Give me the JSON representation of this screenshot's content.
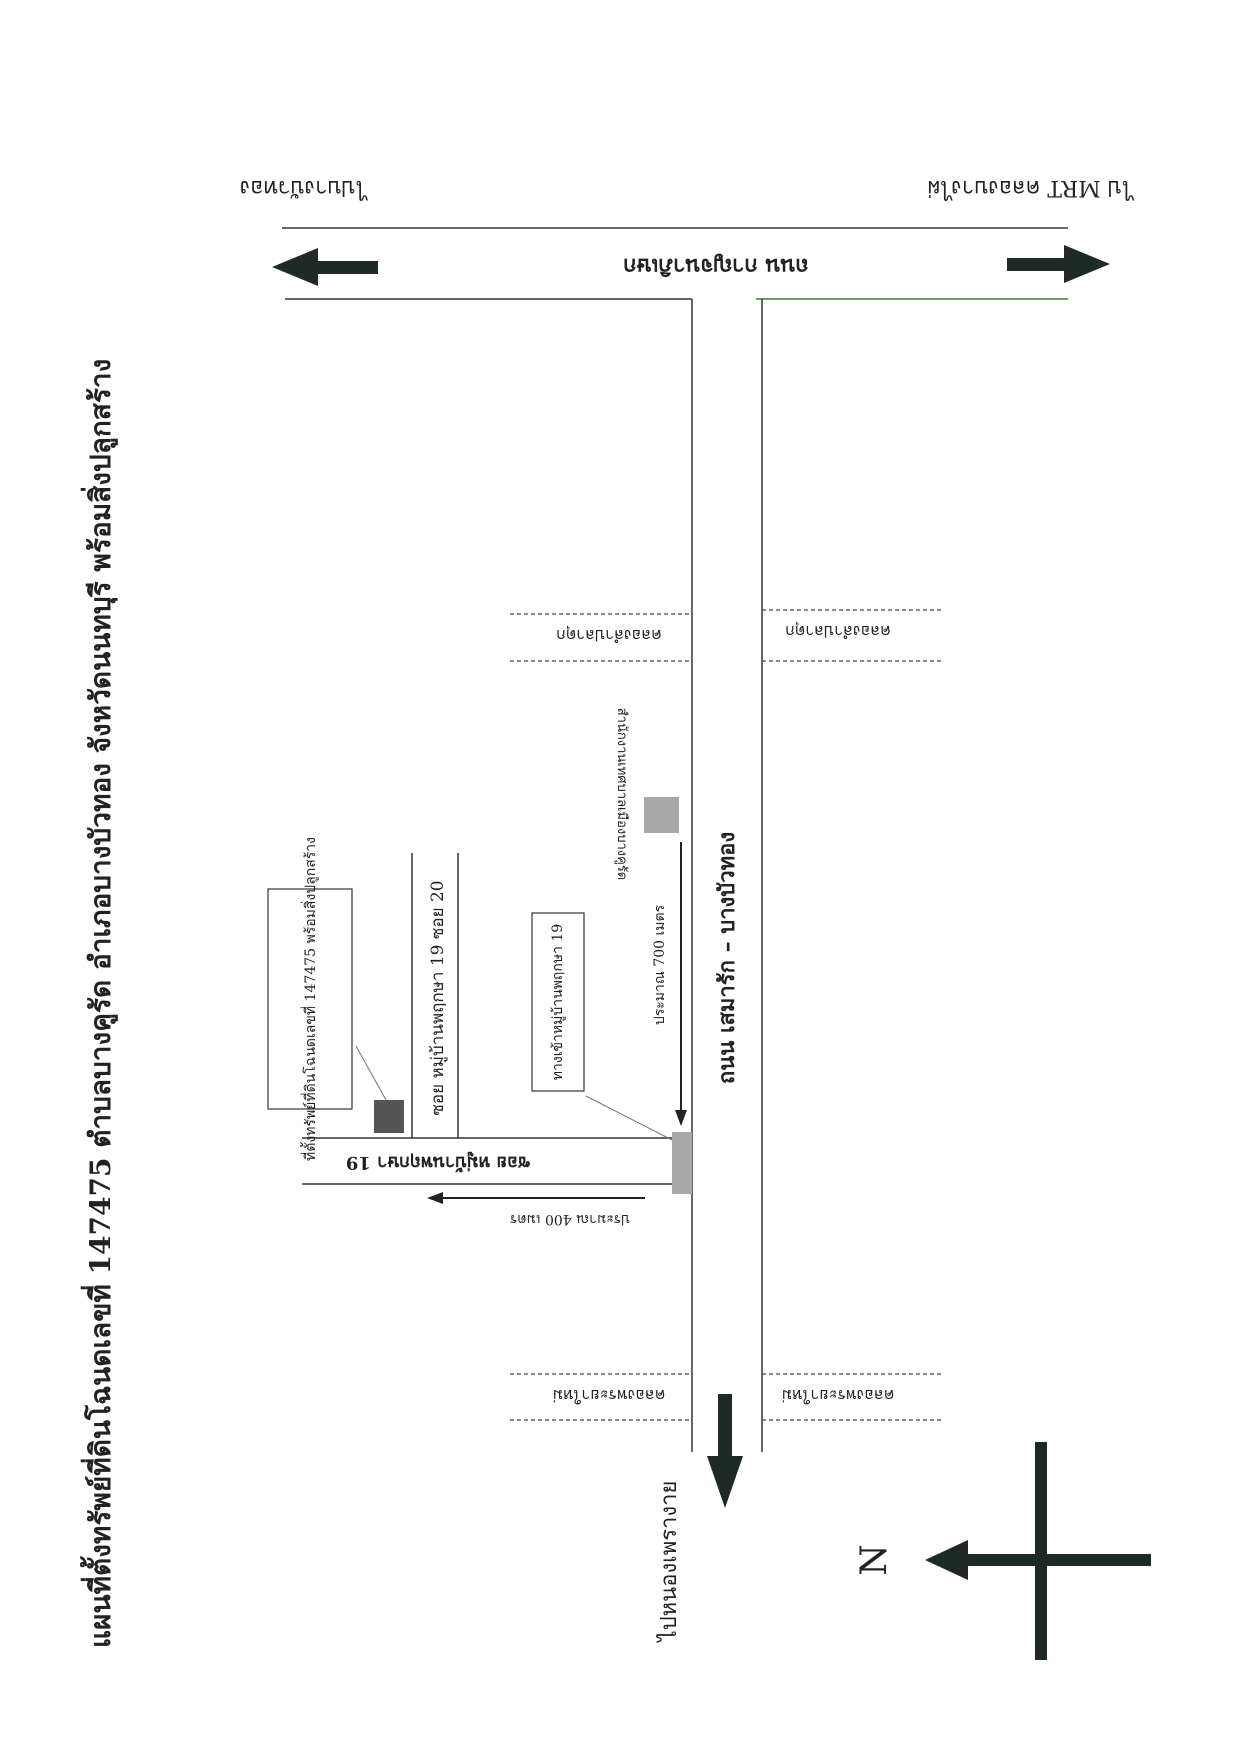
{
  "map": {
    "title": "แผนที่ตั้งทรัพย์ที่ดินโฉนดเลขที่ 147475 ตำบลบางคูรัด อำเภอบางบัวทอง จังหวัดนนทบุรี พร้อมสิ่งปลูกสร้าง",
    "roads": {
      "top_road": "ถนน กาญจนาภิเษก",
      "main_road": "ถนน เสมารัก – บางบัวทอง",
      "soi_19": "ซอย หมู่บ้านพฤกษา 19",
      "soi_19_20": "ซอย หมู่บ้านพฤกษา 19 ซอย 20"
    },
    "canals": {
      "upper_left": "คลองลำปลาดุก",
      "upper_right": "คลองลำปลาดุก",
      "lower_left": "คลองพระยาใหม่",
      "lower_right": "คลองพระยาใหม่"
    },
    "directions": {
      "to_bang_bua_thong": "ไปบางบัวทอง",
      "to_mrt": "ไป MRT คลองบางไผ่",
      "to_nong_phrao_ngai": "ไปหนองเพรางาย"
    },
    "landmarks": {
      "subject_property": "ที่ตั้งทรัพย์ที่ดินโฉนดเลขที่ 147475 พร้อมสิ่งปลูกสร้าง",
      "village_entrance": "ทางเข้าหมู่บ้านพฤกษา 19",
      "municipal_office": "สำนักงานเทศบาลเมืองบางคูรัด"
    },
    "distances": {
      "approx_700m": "ประมาณ 700 เมตร",
      "approx_400m": "ประมาณ 400 เมตร"
    },
    "compass": {
      "label": "N"
    },
    "colors": {
      "line": "#333333",
      "arrow": "#1f2a26",
      "property_marker": "#555555",
      "landmark_marker": "#a8a8a8",
      "green_line": "#3a7a3a"
    }
  }
}
